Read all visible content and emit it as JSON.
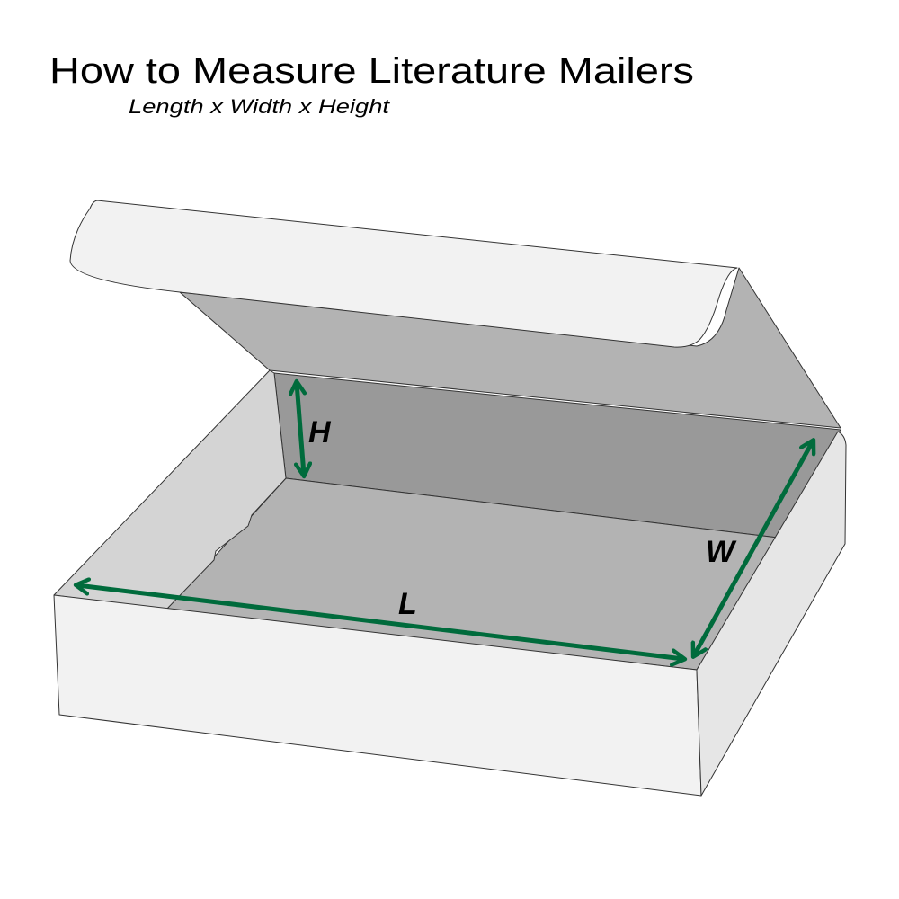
{
  "header": {
    "title": "How to Measure Literature Mailers",
    "subtitle": "Length x Width x Height"
  },
  "dimensions": {
    "length_label": "L",
    "width_label": "W",
    "height_label": "H"
  },
  "colors": {
    "arrow": "#006b3c",
    "outer_panel": "#f2f2f2",
    "inner_floor": "#b3b3b3",
    "back_wall": "#999999"
  }
}
